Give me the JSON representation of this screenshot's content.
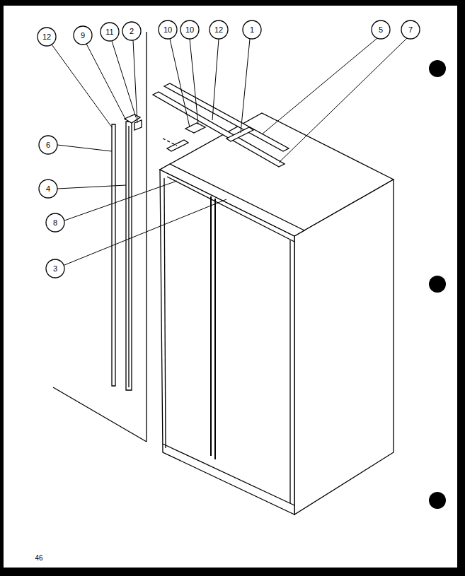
{
  "diagram": {
    "labels": [
      "12",
      "9",
      "11",
      "2",
      "10",
      "10",
      "12",
      "1",
      "5",
      "7",
      "6",
      "4",
      "8",
      "3",
      "46"
    ]
  }
}
